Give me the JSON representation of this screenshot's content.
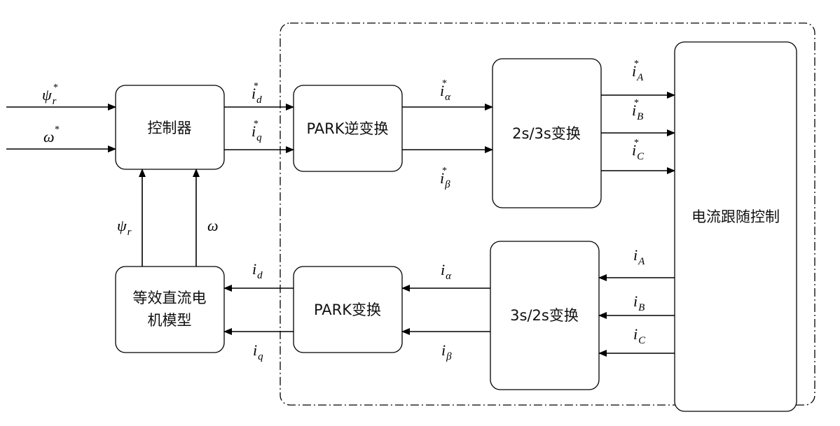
{
  "diagram": {
    "boundary": {
      "style": "dash-dot",
      "color": "#000000"
    },
    "blocks": {
      "controller": "控制器",
      "park_inverse": "PARK逆变换",
      "transform_2s3s": "2s/3s变换",
      "current_follow": "电流跟随控制",
      "dc_motor_model_line1": "等效直流电",
      "dc_motor_model_line2": "机模型",
      "park": "PARK变换",
      "transform_3s2s": "3s/2s变换"
    },
    "signals": {
      "psi_r_ref": {
        "base": "ψ",
        "sub": "r",
        "sup": "*"
      },
      "omega_ref": {
        "base": "ω",
        "sub": "",
        "sup": "*"
      },
      "id_ref": {
        "base": "i",
        "sub": "d",
        "sup": "*"
      },
      "iq_ref": {
        "base": "i",
        "sub": "q",
        "sup": "*"
      },
      "ialpha_ref": {
        "base": "i",
        "sub": "α",
        "sup": "*"
      },
      "ibeta_ref": {
        "base": "i",
        "sub": "β",
        "sup": "*"
      },
      "iA_ref": {
        "base": "i",
        "sub": "A",
        "sup": "*"
      },
      "iB_ref": {
        "base": "i",
        "sub": "B",
        "sup": "*"
      },
      "iC_ref": {
        "base": "i",
        "sub": "C",
        "sup": "*"
      },
      "psi_r": {
        "base": "ψ",
        "sub": "r",
        "sup": ""
      },
      "omega": {
        "base": "ω",
        "sub": "",
        "sup": ""
      },
      "id": {
        "base": "i",
        "sub": "d",
        "sup": ""
      },
      "iq": {
        "base": "i",
        "sub": "q",
        "sup": ""
      },
      "ialpha": {
        "base": "i",
        "sub": "α",
        "sup": ""
      },
      "ibeta": {
        "base": "i",
        "sub": "β",
        "sup": ""
      },
      "iA": {
        "base": "i",
        "sub": "A",
        "sup": ""
      },
      "iB": {
        "base": "i",
        "sub": "B",
        "sup": ""
      },
      "iC": {
        "base": "i",
        "sub": "C",
        "sup": ""
      }
    }
  }
}
